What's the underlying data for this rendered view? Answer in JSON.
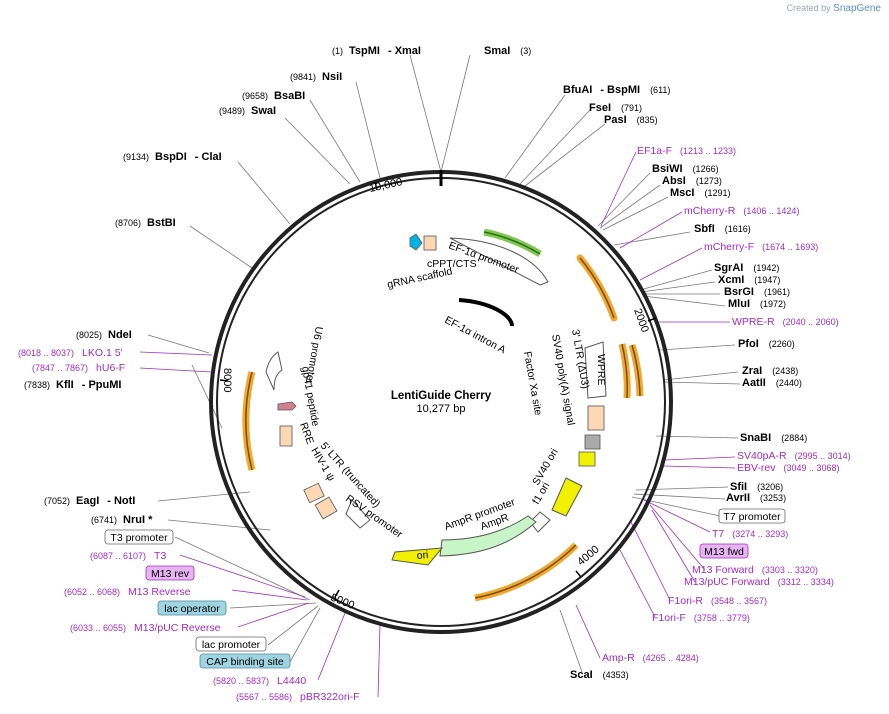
{
  "credit": {
    "prefix": "Created by",
    "brand": "SnapGene"
  },
  "plasmid": {
    "name": "LentiGuide Cherry",
    "size": "10,277 bp"
  },
  "ruler": [
    "10,000",
    "2000",
    "4000",
    "5000",
    "8000"
  ],
  "sites": [
    {
      "pos": "(1)",
      "name": "TspMI",
      "extra": "- XmaI"
    },
    {
      "pos": "(3)",
      "name": "SmaI",
      "extra": ""
    },
    {
      "pos": "(9841)",
      "name": "NsiI",
      "extra": ""
    },
    {
      "pos": "(9658)",
      "name": "BsaBI",
      "extra": ""
    },
    {
      "pos": "(9489)",
      "name": "SwaI",
      "extra": ""
    },
    {
      "pos": "(9134)",
      "name": "BspDI",
      "extra": "- ClaI"
    },
    {
      "pos": "(8706)",
      "name": "BstBI",
      "extra": ""
    },
    {
      "pos": "(8025)",
      "name": "NdeI",
      "extra": ""
    },
    {
      "pos": "(7838)",
      "name": "KflI",
      "extra": "- PpuMI"
    },
    {
      "pos": "(7052)",
      "name": "EagI",
      "extra": "- NotI"
    },
    {
      "pos": "(6741)",
      "name": "NruI *",
      "extra": ""
    },
    {
      "pos": "(611)",
      "name": "BfuAI",
      "extra": "- BspMI"
    },
    {
      "pos": "(791)",
      "name": "FseI",
      "extra": ""
    },
    {
      "pos": "(835)",
      "name": "PasI",
      "extra": ""
    },
    {
      "pos": "(1266)",
      "name": "BsiWI",
      "extra": ""
    },
    {
      "pos": "(1273)",
      "name": "AbsI",
      "extra": ""
    },
    {
      "pos": "(1291)",
      "name": "MscI",
      "extra": ""
    },
    {
      "pos": "(1616)",
      "name": "SbfI",
      "extra": ""
    },
    {
      "pos": "(1942)",
      "name": "SgrAI",
      "extra": ""
    },
    {
      "pos": "(1947)",
      "name": "XcmI",
      "extra": ""
    },
    {
      "pos": "(1961)",
      "name": "BsrGI",
      "extra": ""
    },
    {
      "pos": "(1972)",
      "name": "MluI",
      "extra": ""
    },
    {
      "pos": "(2260)",
      "name": "PfoI",
      "extra": ""
    },
    {
      "pos": "(2438)",
      "name": "ZraI",
      "extra": ""
    },
    {
      "pos": "(2440)",
      "name": "AatII",
      "extra": ""
    },
    {
      "pos": "(2884)",
      "name": "SnaBI",
      "extra": ""
    },
    {
      "pos": "(3206)",
      "name": "SfiI",
      "extra": ""
    },
    {
      "pos": "(3253)",
      "name": "AvrII",
      "extra": ""
    },
    {
      "pos": "(4353)",
      "name": "ScaI",
      "extra": ""
    }
  ],
  "primers": [
    {
      "name": "EF1a-F",
      "range": "(1213 .. 1233)"
    },
    {
      "name": "mCherry-R",
      "range": "(1406 .. 1424)"
    },
    {
      "name": "mCherry-F",
      "range": "(1674 .. 1693)"
    },
    {
      "name": "WPRE-R",
      "range": "(2040 .. 2060)"
    },
    {
      "name": "SV40pA-R",
      "range": "(2995 .. 3014)"
    },
    {
      "name": "EBV-rev",
      "range": "(3049 .. 3068)"
    },
    {
      "name": "T7",
      "range": "(3274 .. 3293)"
    },
    {
      "name": "M13 Forward",
      "range": "(3303 .. 3320)"
    },
    {
      "name": "M13/pUC Forward",
      "range": "(3312 .. 3334)"
    },
    {
      "name": "F1ori-R",
      "range": "(3548 .. 3567)"
    },
    {
      "name": "F1ori-F",
      "range": "(3758 .. 3779)"
    },
    {
      "name": "Amp-R",
      "range": "(4265 .. 4284)"
    },
    {
      "name": "LKO.1 5'",
      "range": "(8018 .. 8037)"
    },
    {
      "name": "hU6-F",
      "range": "(7847 .. 7867)"
    },
    {
      "name": "T3",
      "range": "(6087 .. 6107)"
    },
    {
      "name": "M13 Reverse",
      "range": "(6052 .. 6068)"
    },
    {
      "name": "M13/pUC Reverse",
      "range": "(6033 .. 6055)"
    },
    {
      "name": "L4440",
      "range": "(5820 .. 5837)"
    },
    {
      "name": "pBR322ori-F",
      "range": "(5567 .. 5586)"
    }
  ],
  "boxes": [
    {
      "label": "T7 promoter",
      "kind": "white"
    },
    {
      "label": "M13 fwd",
      "kind": "purple"
    },
    {
      "label": "T3 promoter",
      "kind": "white"
    },
    {
      "label": "M13 rev",
      "kind": "purple"
    },
    {
      "label": "lac operator",
      "kind": "teal"
    },
    {
      "label": "lac promoter",
      "kind": "white"
    },
    {
      "label": "CAP binding site",
      "kind": "teal"
    }
  ],
  "features": [
    "cPPT/CTS",
    "gRNA scaffold",
    "EF-1α promoter",
    "EF-1α intron A",
    "WPRE",
    "3' LTR (ΔU3)",
    "SV40 poly(A) signal",
    "Factor Xa site",
    "SV40 ori",
    "f1 ori",
    "AmpR promoter",
    "AmpR",
    "ori",
    "U6 promoter",
    "gp41 peptide",
    "RRE",
    "HIV-1 ψ",
    "5' LTR (truncated)",
    "RSV promoter"
  ],
  "colors": {
    "backbone": "#222222",
    "primer": "#a02bc8",
    "orange": "#f0a830",
    "green": "#7ec850",
    "yellow": "#f0f000",
    "mint": "#c8f5c8",
    "peach": "#fcd7b4"
  }
}
